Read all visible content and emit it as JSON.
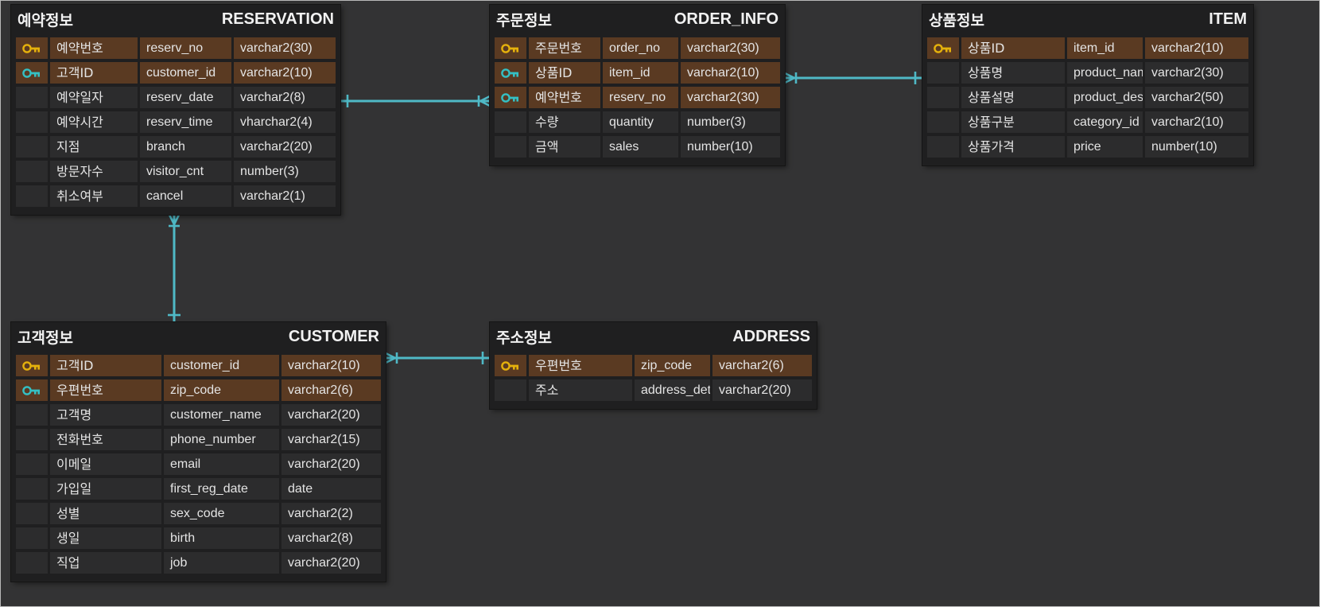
{
  "colors": {
    "background": "#333334",
    "entity_bg": "#1f1f20",
    "row_bg": "#2c2c2d",
    "key_row_bg": "#5a3a22",
    "primary_key_icon": "#e5b10c",
    "foreign_key_icon": "#34c0c4",
    "relation_line": "#4fb9c6"
  },
  "entities": [
    {
      "id": "reservation",
      "kr_name": "예약정보",
      "en_name": "RESERVATION",
      "columns": [
        {
          "key": "primary-key-icon",
          "kr": "예약번호",
          "name": "reserv_no",
          "type": "varchar2(30)"
        },
        {
          "key": "foreign-key-icon",
          "kr": "고객ID",
          "name": "customer_id",
          "type": "varchar2(10)"
        },
        {
          "key": "",
          "kr": "예약일자",
          "name": "reserv_date",
          "type": "varchar2(8)"
        },
        {
          "key": "",
          "kr": "예약시간",
          "name": "reserv_time",
          "type": "vharchar2(4)"
        },
        {
          "key": "",
          "kr": "지점",
          "name": "branch",
          "type": "varchar2(20)"
        },
        {
          "key": "",
          "kr": "방문자수",
          "name": "visitor_cnt",
          "type": "number(3)"
        },
        {
          "key": "",
          "kr": "취소여부",
          "name": "cancel",
          "type": "varchar2(1)"
        }
      ]
    },
    {
      "id": "order-info",
      "kr_name": "주문정보",
      "en_name": "ORDER_INFO",
      "columns": [
        {
          "key": "primary-key-icon",
          "kr": "주문번호",
          "name": "order_no",
          "type": "varchar2(30)"
        },
        {
          "key": "foreign-key-icon",
          "kr": "상품ID",
          "name": "item_id",
          "type": "varchar2(10)"
        },
        {
          "key": "foreign-key-icon",
          "kr": "예약번호",
          "name": "reserv_no",
          "type": "varchar2(30)"
        },
        {
          "key": "",
          "kr": "수량",
          "name": "quantity",
          "type": "number(3)"
        },
        {
          "key": "",
          "kr": "금액",
          "name": "sales",
          "type": "number(10)"
        }
      ]
    },
    {
      "id": "item",
      "kr_name": "상품정보",
      "en_name": "ITEM",
      "columns": [
        {
          "key": "primary-key-icon",
          "kr": "상품ID",
          "name": "item_id",
          "type": "varchar2(10)"
        },
        {
          "key": "",
          "kr": "상품명",
          "name": "product_name",
          "type": "varchar2(30)"
        },
        {
          "key": "",
          "kr": "상품설명",
          "name": "product_desc",
          "type": "varchar2(50)"
        },
        {
          "key": "",
          "kr": "상품구분",
          "name": "category_id",
          "type": "varchar2(10)"
        },
        {
          "key": "",
          "kr": "상품가격",
          "name": "price",
          "type": "number(10)"
        }
      ]
    },
    {
      "id": "customer",
      "kr_name": "고객정보",
      "en_name": "CUSTOMER",
      "columns": [
        {
          "key": "primary-key-icon",
          "kr": "고객ID",
          "name": "customer_id",
          "type": "varchar2(10)"
        },
        {
          "key": "foreign-key-icon",
          "kr": "우편번호",
          "name": "zip_code",
          "type": "varchar2(6)"
        },
        {
          "key": "",
          "kr": "고객명",
          "name": "customer_name",
          "type": "varchar2(20)"
        },
        {
          "key": "",
          "kr": "전화번호",
          "name": "phone_number",
          "type": "varchar2(15)"
        },
        {
          "key": "",
          "kr": "이메일",
          "name": "email",
          "type": "varchar2(20)"
        },
        {
          "key": "",
          "kr": "가입일",
          "name": "first_reg_date",
          "type": "date"
        },
        {
          "key": "",
          "kr": "성별",
          "name": "sex_code",
          "type": "varchar2(2)"
        },
        {
          "key": "",
          "kr": "생일",
          "name": "birth",
          "type": "varchar2(8)"
        },
        {
          "key": "",
          "kr": "직업",
          "name": "job",
          "type": "varchar2(20)"
        }
      ]
    },
    {
      "id": "address",
      "kr_name": "주소정보",
      "en_name": "ADDRESS",
      "columns": [
        {
          "key": "primary-key-icon",
          "kr": "우편번호",
          "name": "zip_code",
          "type": "varchar2(6)"
        },
        {
          "key": "",
          "kr": "주소",
          "name": "address_detail",
          "type": "varchar2(20)"
        }
      ]
    }
  ],
  "relationships": [
    {
      "from": "reservation",
      "to": "order-info",
      "from_end": "one",
      "to_end": "many"
    },
    {
      "from": "order-info",
      "to": "item",
      "from_end": "many",
      "to_end": "one"
    },
    {
      "from": "reservation",
      "to": "customer",
      "from_end": "many",
      "to_end": "one"
    },
    {
      "from": "customer",
      "to": "address",
      "from_end": "many",
      "to_end": "one"
    }
  ]
}
